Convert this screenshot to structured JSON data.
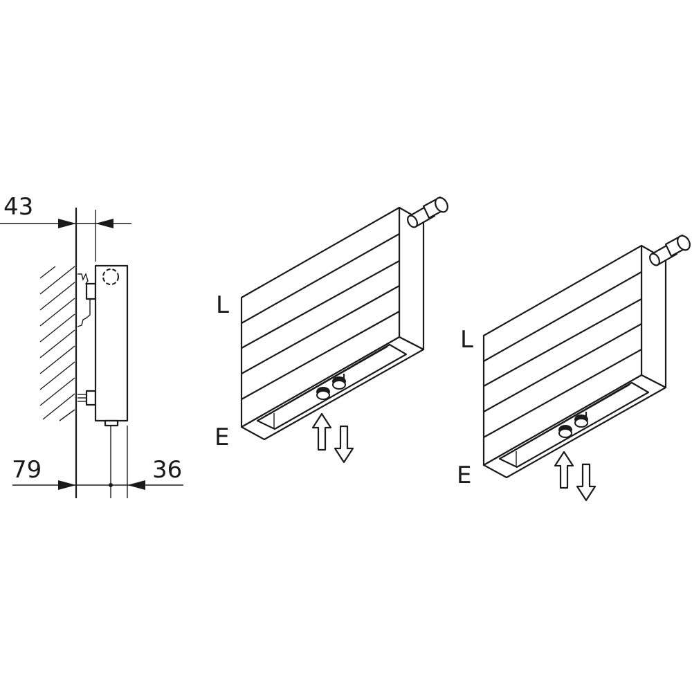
{
  "side_view": {
    "dim_top": "43",
    "dim_bottom_left": "79",
    "dim_bottom_right": "36"
  },
  "radiator_1": {
    "label_top": "L",
    "label_bottom": "E"
  },
  "radiator_2": {
    "label_top": "L",
    "label_bottom": "E"
  },
  "colors": {
    "line": "#1a1a1a",
    "background": "#ffffff"
  }
}
